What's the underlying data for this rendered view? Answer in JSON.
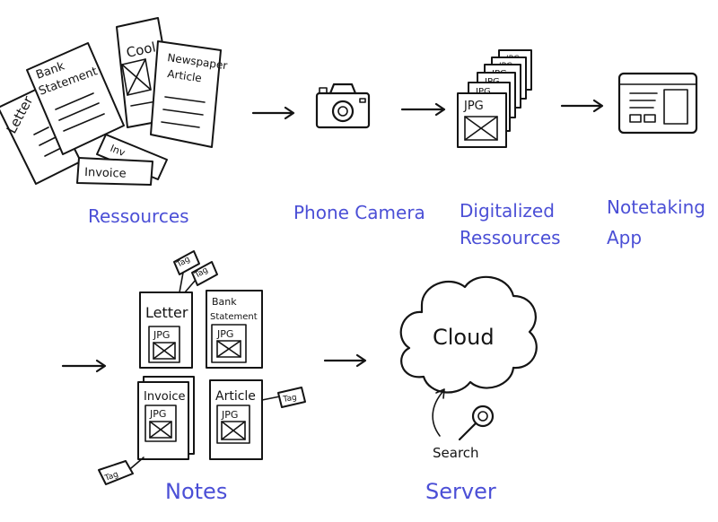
{
  "colors": {
    "ink": "#141414",
    "caption": "#4b4fd6",
    "background": "#ffffff"
  },
  "captions": {
    "ressources": "Ressources",
    "phone_camera": "Phone Camera",
    "digitalized_line1": "Digitalized",
    "digitalized_line2": "Ressources",
    "notetaking_line1": "Notetaking",
    "notetaking_line2": "App",
    "notes": "Notes",
    "server": "Server"
  },
  "documents": {
    "letter": "Letter",
    "bank_line1": "Bank",
    "bank_line2": "Statement",
    "cool": "Cool",
    "newspaper_line1": "Newspaper",
    "newspaper_line2": "Article",
    "invoice": "Invoice",
    "invoice_partial": "Inv"
  },
  "digital_stack": {
    "file_type": "JPG"
  },
  "notes": {
    "letter": "Letter",
    "bank_line1": "Bank",
    "bank_line2": "Statement",
    "invoice": "Invoice",
    "article": "Article",
    "file_type": "JPG",
    "tag": "Tag"
  },
  "server": {
    "cloud_label": "Cloud",
    "search_label": "Search"
  },
  "icons": [
    "camera-icon",
    "app-window-icon",
    "cloud-icon",
    "magnifier-icon",
    "arrow-icon"
  ]
}
